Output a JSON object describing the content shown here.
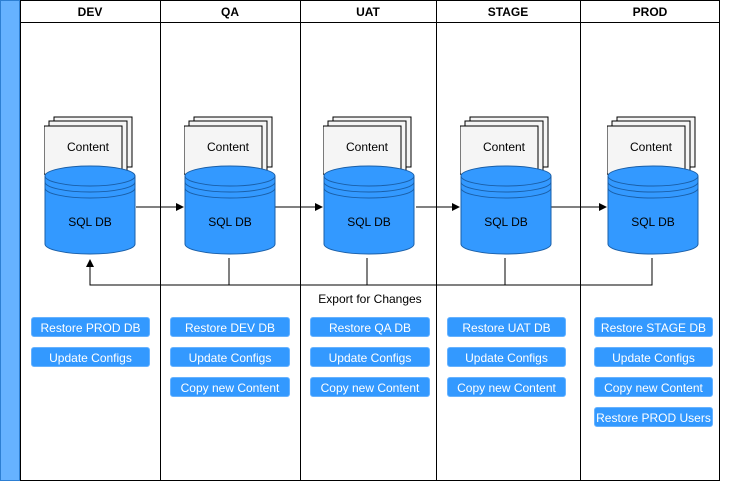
{
  "lanes": [
    {
      "title": "DEV"
    },
    {
      "title": "QA"
    },
    {
      "title": "UAT"
    },
    {
      "title": "STAGE"
    },
    {
      "title": "PROD"
    }
  ],
  "db_label": "SQL DB",
  "content_label": "Content",
  "export_label": "Export for Changes",
  "buttons": {
    "dev": [
      "Restore PROD DB",
      "Update Configs"
    ],
    "qa": [
      "Restore DEV DB",
      "Update Configs",
      "Copy new Content"
    ],
    "uat": [
      "Restore QA DB",
      "Update Configs",
      "Copy new Content"
    ],
    "stage": [
      "Restore UAT DB",
      "Update Configs",
      "Copy new Content"
    ],
    "prod": [
      "Restore STAGE DB",
      "Update Configs",
      "Copy new Content",
      "Restore PROD Users"
    ]
  },
  "colors": {
    "db_fill": "#3399ff",
    "db_stroke": "#1a5fa8",
    "button_fill": "#3399ff",
    "lane_bar": "#66b2ff",
    "doc_fill": "#f5f5f5"
  }
}
